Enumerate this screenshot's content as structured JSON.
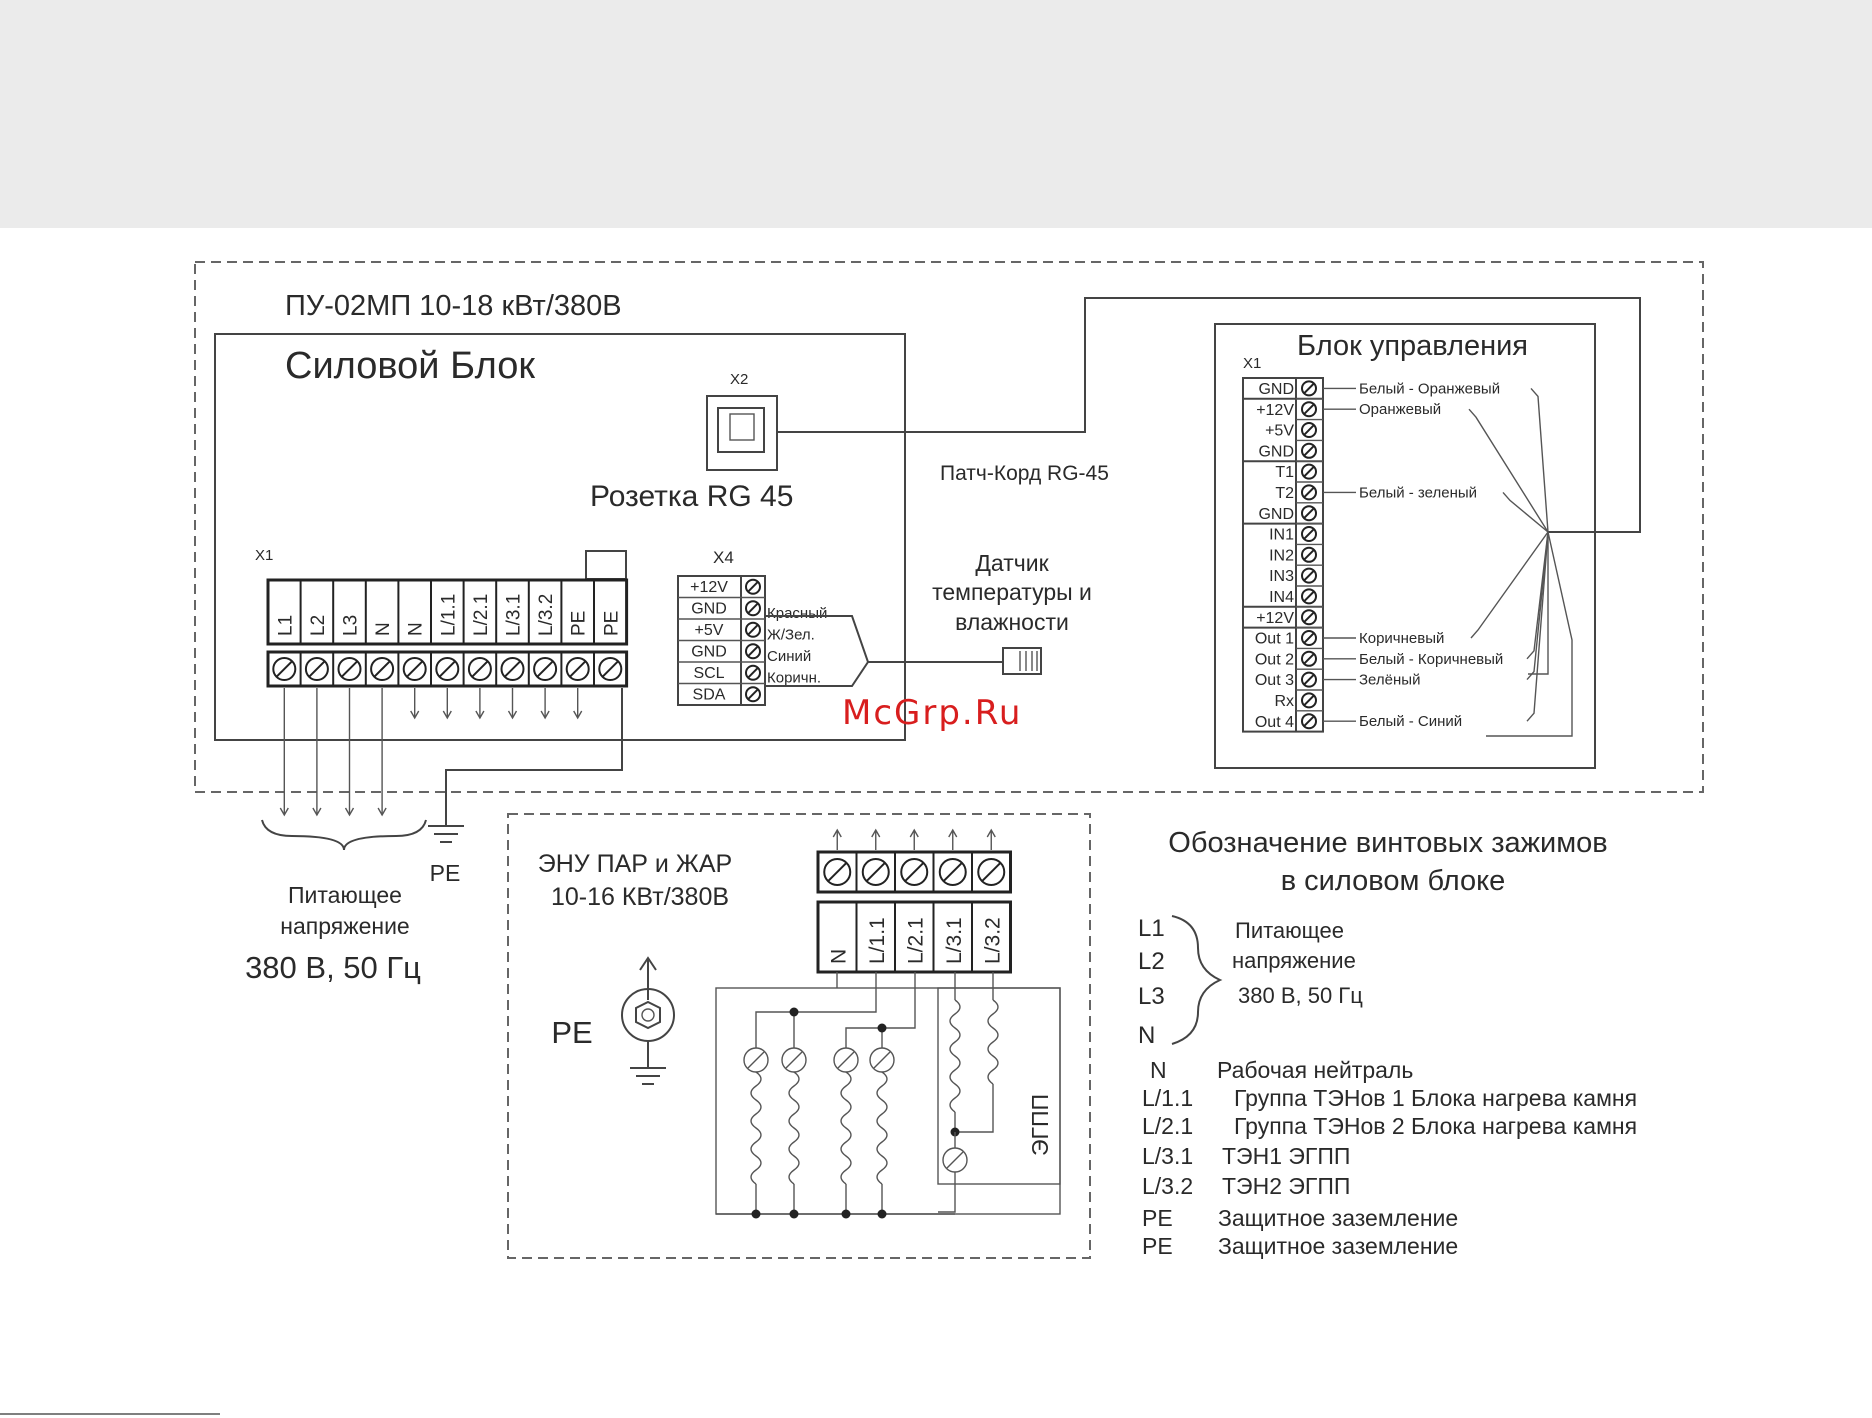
{
  "outer": {
    "title": "ПУ-02МП 10-18 кВт/380В"
  },
  "power_block": {
    "title": "Силовой Блок",
    "x2": {
      "label": "X2",
      "caption": "Розетка RG 45"
    },
    "x1": {
      "label": "X1",
      "terminals": [
        "L1",
        "L2",
        "L3",
        "N",
        "N",
        "L/1.1",
        "L/2.1",
        "L/3.1",
        "L/3.2",
        "PE",
        "PE"
      ]
    },
    "x4": {
      "label": "X4",
      "pins": [
        "+12V",
        "GND",
        "+5V",
        "GND",
        "SCL",
        "SDA"
      ],
      "wires": [
        "Красный",
        "Ж/Зел.",
        "Синий",
        "Коричн."
      ]
    }
  },
  "patch_cord": "Патч-Корд RG-45",
  "sensor": {
    "line1": "Датчик",
    "line2": "температуры и",
    "line3": "влажности"
  },
  "control_block": {
    "title": "Блок управления",
    "x1_label": "X1",
    "pins": [
      "GND",
      "+12V",
      "+5V",
      "GND",
      "T1",
      "T2",
      "GND",
      "IN1",
      "IN2",
      "IN3",
      "IN4",
      "+12V",
      "Out 1",
      "Out 2",
      "Out 3",
      "Rx",
      "Out 4"
    ],
    "wires": [
      {
        "pin": 0,
        "label": "Белый - Оранжевый"
      },
      {
        "pin": 1,
        "label": "Оранжевый"
      },
      {
        "pin": 5,
        "label": "Белый - зеленый"
      },
      {
        "pin": 12,
        "label": "Коричневый"
      },
      {
        "pin": 13,
        "label": "Белый - Коричневый"
      },
      {
        "pin": 14,
        "label": "Зелёный"
      },
      {
        "pin": 16,
        "label": "Белый - Синий"
      }
    ]
  },
  "supply": {
    "line1": "Питающее",
    "line2": "напряжение",
    "line3": "380 В, 50 Гц",
    "pe": "PE"
  },
  "heater": {
    "title1": "ЭНУ ПАР и ЖАР",
    "title2": "10-16 КВт/380В",
    "terminals": [
      "N",
      "L/1.1",
      "L/2.1",
      "L/3.1",
      "L/3.2"
    ],
    "pe": "PE",
    "egpp": "ЭГПП"
  },
  "legend": {
    "title1": "Обозначение винтовых зажимов",
    "title2": "в силовом блоке",
    "supply_codes": [
      "L1",
      "L2",
      "L3",
      "N"
    ],
    "supply_text": [
      "Питающее",
      "напряжение",
      "380 В, 50 Гц"
    ],
    "rows": [
      {
        "code": "N",
        "desc": "Рабочая нейтраль"
      },
      {
        "code": "L/1.1",
        "desc": "Группа ТЭНов 1 Блока нагрева камня"
      },
      {
        "code": "L/2.1",
        "desc": "Группа ТЭНов 2 Блока нагрева камня"
      },
      {
        "code": "L/3.1",
        "desc": "ТЭН1 ЭГПП"
      },
      {
        "code": "L/3.2",
        "desc": "ТЭН2 ЭГПП"
      },
      {
        "code": "PE",
        "desc": "Защитное заземление"
      },
      {
        "code": "PE",
        "desc": "Защитное заземление"
      }
    ]
  },
  "watermark": "McGrp.Ru",
  "colors": {
    "watermark": "#d81e1e",
    "line": "#444444",
    "background_band": "#ebebeb"
  }
}
